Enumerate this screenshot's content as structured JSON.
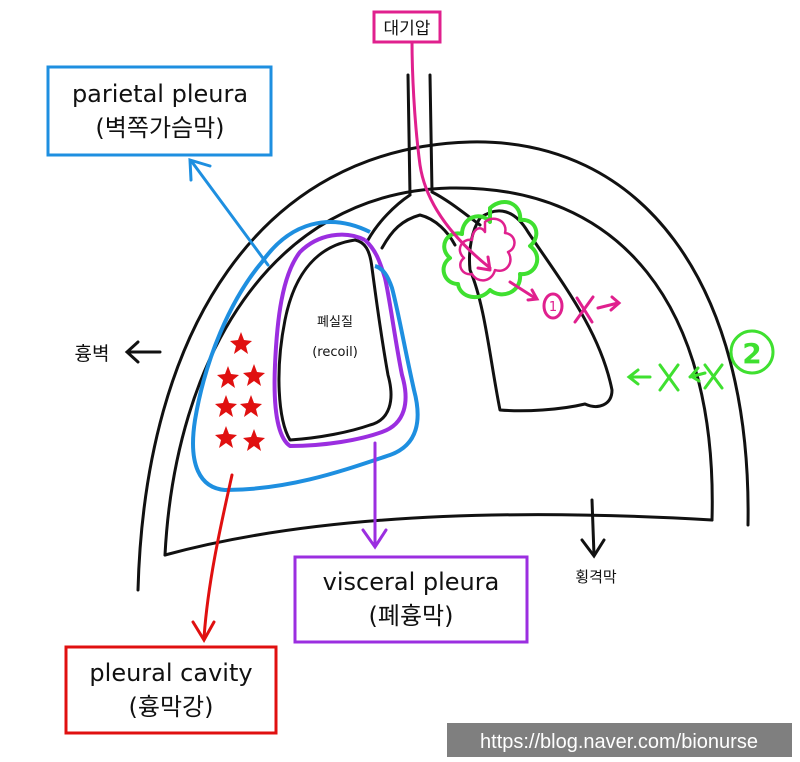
{
  "labels": {
    "atmospheric_pressure": "대기압",
    "parietal_pleura_en": "parietal pleura",
    "parietal_pleura_ko": "(벽쪽가슴막)",
    "chest_wall": "흉벽",
    "lung_ko": "폐실질",
    "lung_recoil": "(recoil)",
    "diaphragm": "횡격막",
    "visceral_pleura_en": "visceral pleura",
    "visceral_pleura_ko": "(폐흉막)",
    "pleural_cavity_en": "pleural cavity",
    "pleural_cavity_ko": "(흉막강)",
    "marker_1": "1",
    "marker_2": "2"
  },
  "watermark": "https://blog.naver.com/bionurse",
  "colors": {
    "outline": "#111111",
    "parietal": "#1e8fe0",
    "visceral": "#9b2ee0",
    "cavity": "#e01010",
    "atmosphere": "#e0208e",
    "alveolus": "#3fe030"
  }
}
